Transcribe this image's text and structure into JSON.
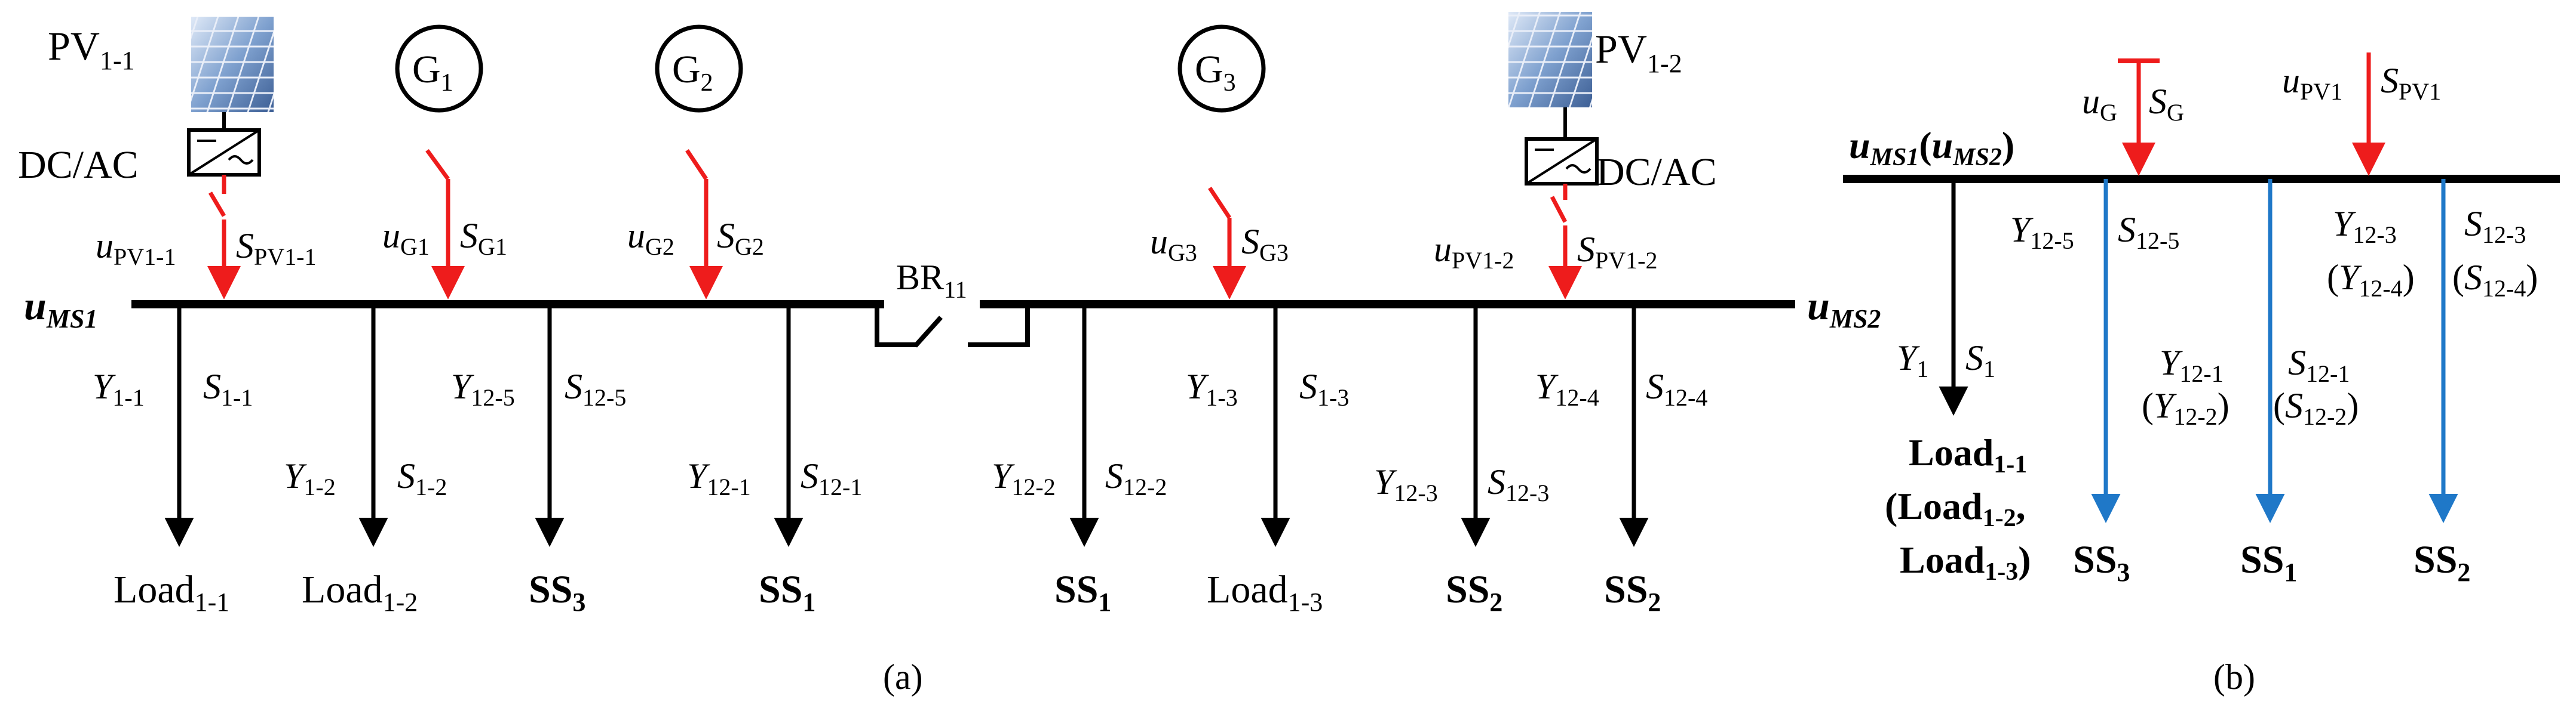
{
  "colors": {
    "red": "#ee1c1c",
    "blue": "#1f78c8",
    "black": "#000000"
  },
  "a": {
    "caption": "(a)",
    "pv11": {
      "label": "PV",
      "sub": "1-1",
      "converter": "DC/AC",
      "u": "u",
      "u_sub": "PV1-1",
      "s": "S",
      "s_sub": "PV1-1"
    },
    "pv12": {
      "label": "PV",
      "sub": "1-2",
      "converter": "DC/AC",
      "u": "u",
      "u_sub": "PV1-2",
      "s": "S",
      "s_sub": "PV1-2"
    },
    "g1": {
      "label": "G",
      "sub": "1",
      "u": "u",
      "u_sub": "G1",
      "s": "S",
      "s_sub": "G1"
    },
    "g2": {
      "label": "G",
      "sub": "2",
      "u": "u",
      "u_sub": "G2",
      "s": "S",
      "s_sub": "G2"
    },
    "g3": {
      "label": "G",
      "sub": "3",
      "u": "u",
      "u_sub": "G3",
      "s": "S",
      "s_sub": "G3"
    },
    "bus1": {
      "label": "u",
      "sub": "MS1"
    },
    "bus2": {
      "label": "u",
      "sub": "MS2"
    },
    "breaker": {
      "label": "BR",
      "sub": "11"
    },
    "feeders": [
      {
        "y": "Y",
        "y_sub": "1-1",
        "s": "S",
        "s_sub": "1-1",
        "dest": "Load",
        "dest_sub": "1-1",
        "bold": false
      },
      {
        "y": "Y",
        "y_sub": "1-2",
        "s": "S",
        "s_sub": "1-2",
        "dest": "Load",
        "dest_sub": "1-2",
        "bold": false
      },
      {
        "y": "Y",
        "y_sub": "12-5",
        "s": "S",
        "s_sub": "12-5",
        "dest": "SS",
        "dest_sub": "3",
        "bold": true
      },
      {
        "y": "Y",
        "y_sub": "12-1",
        "s": "S",
        "s_sub": "12-1",
        "dest": "SS",
        "dest_sub": "1",
        "bold": true
      },
      {
        "y": "Y",
        "y_sub": "12-2",
        "s": "S",
        "s_sub": "12-2",
        "dest": "SS",
        "dest_sub": "1",
        "bold": true
      },
      {
        "y": "Y",
        "y_sub": "1-3",
        "s": "S",
        "s_sub": "1-3",
        "dest": "Load",
        "dest_sub": "1-3",
        "bold": false
      },
      {
        "y": "Y",
        "y_sub": "12-3",
        "s": "S",
        "s_sub": "12-3",
        "dest": "SS",
        "dest_sub": "2",
        "bold": true
      },
      {
        "y": "Y",
        "y_sub": "12-4",
        "s": "S",
        "s_sub": "12-4",
        "dest": "SS",
        "dest_sub": "2",
        "bold": true
      }
    ]
  },
  "b": {
    "caption": "(b)",
    "bus": {
      "u1": "u",
      "u1_sub": "MS1",
      "open": "(",
      "u2": "u",
      "u2_sub": "MS2",
      "close": ")"
    },
    "gen": {
      "u": "u",
      "u_sub": "G",
      "s": "S",
      "s_sub": "G"
    },
    "pv": {
      "u": "u",
      "u_sub": "PV1",
      "s": "S",
      "s_sub": "PV1"
    },
    "load": {
      "y": "Y",
      "y_sub": "1",
      "s": "S",
      "s_sub": "1",
      "line1": "Load",
      "line1_sub": "1-1",
      "line2": "(Load",
      "line2_sub": "1-2",
      "line2_end": ",",
      "line3": "Load",
      "line3_sub": "1-3",
      "line3_end": ")"
    },
    "ss3": {
      "y": "Y",
      "y_sub": "12-5",
      "s": "S",
      "s_sub": "12-5",
      "dest": "SS",
      "dest_sub": "3"
    },
    "ss1": {
      "y": "Y",
      "y_sub": "12-1",
      "s": "S",
      "s_sub": "12-1",
      "y2": "Y",
      "y2_sub": "12-2",
      "s2": "S",
      "s2_sub": "12-2",
      "dest": "SS",
      "dest_sub": "1"
    },
    "ss2": {
      "y": "Y",
      "y_sub": "12-3",
      "s": "S",
      "s_sub": "12-3",
      "y2": "Y",
      "y2_sub": "12-4",
      "s2": "S",
      "s2_sub": "12-4",
      "dest": "SS",
      "dest_sub": "2"
    }
  }
}
